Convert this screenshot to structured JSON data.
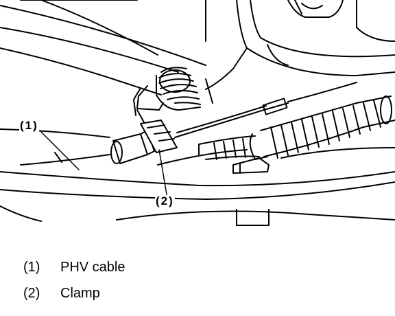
{
  "callouts": [
    {
      "id": "1",
      "text": "(1)"
    },
    {
      "id": "2",
      "text": "(2)"
    }
  ],
  "legend": [
    {
      "num": "(1)",
      "label": "PHV cable"
    },
    {
      "num": "(2)",
      "label": "Clamp"
    }
  ],
  "colors": {
    "ink": "#000000",
    "paper": "#ffffff"
  }
}
